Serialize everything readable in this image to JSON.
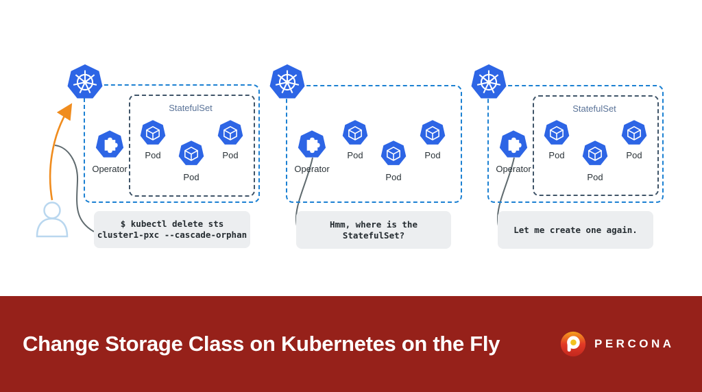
{
  "banner": {
    "title": "Change Storage Class on Kubernetes on the Fly",
    "brand": "PERCONA",
    "background": "#96211A"
  },
  "diagram": {
    "labels": {
      "statefulset": "StatefulSet",
      "operator": "Operator",
      "pod": "Pod"
    },
    "bubbles": {
      "step1_line1": "$ kubectl delete sts",
      "step1_line2": "cluster1-pxc --cascade-orphan",
      "step2_line1": "Hmm, where is the",
      "step2_line2": "StatefulSet?",
      "step3": "Let me create one again."
    },
    "colors": {
      "kubernetes_blue": "#2D65E5",
      "cluster_border_blue": "#1B80D2",
      "statefulset_border": "#3F5468",
      "bubble_background": "#ECEEF0",
      "arrow_orange": "#F08C1E",
      "person_outline": "#B9D7EF",
      "statefulset_label_color": "#5A7398"
    }
  }
}
